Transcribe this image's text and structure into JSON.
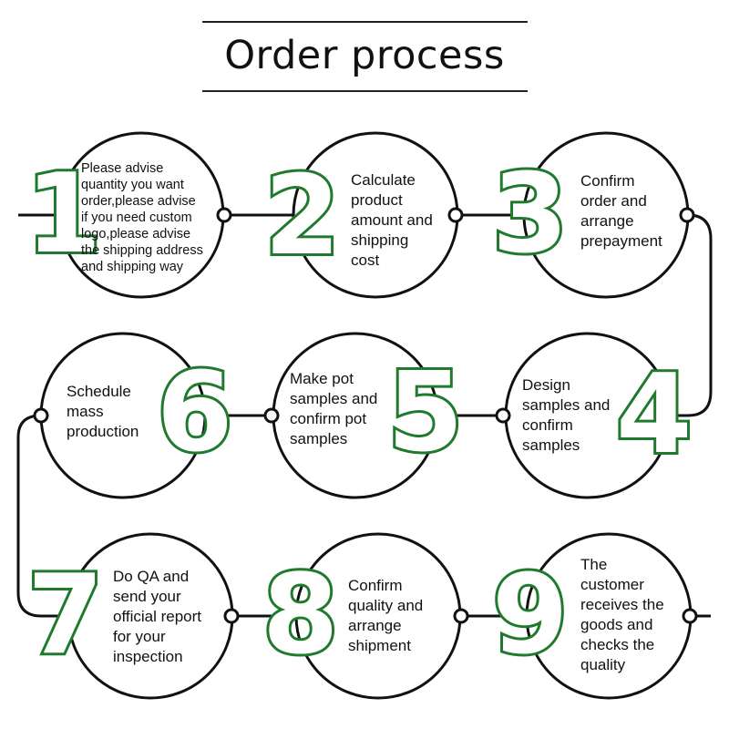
{
  "title": "Order process",
  "accent_color": "#1f7a2e",
  "steps": [
    {
      "number": "1",
      "lines": [
        "Please advise",
        "quantity you want",
        "order,please advise",
        "if you need custom",
        "logo,please advise",
        "the shipping address",
        "and shipping way"
      ]
    },
    {
      "number": "2",
      "lines": [
        "Calculate",
        "product",
        "amount and",
        "shipping",
        "cost"
      ]
    },
    {
      "number": "3",
      "lines": [
        "Confirm",
        "order and",
        "arrange",
        "prepayment"
      ]
    },
    {
      "number": "4",
      "lines": [
        "Design",
        "samples and",
        "confirm",
        "samples"
      ]
    },
    {
      "number": "5",
      "lines": [
        "Make pot",
        "samples and",
        "confirm pot",
        "samples"
      ]
    },
    {
      "number": "6",
      "lines": [
        "Schedule",
        "mass",
        "production"
      ]
    },
    {
      "number": "7",
      "lines": [
        "Do QA and",
        "send your",
        "official report",
        "for your",
        "inspection"
      ]
    },
    {
      "number": "8",
      "lines": [
        "Confirm",
        "quality and",
        "arrange",
        "shipment"
      ]
    },
    {
      "number": "9",
      "lines": [
        "The",
        "customer",
        "receives the",
        "goods and",
        "checks the",
        "quality"
      ]
    }
  ]
}
